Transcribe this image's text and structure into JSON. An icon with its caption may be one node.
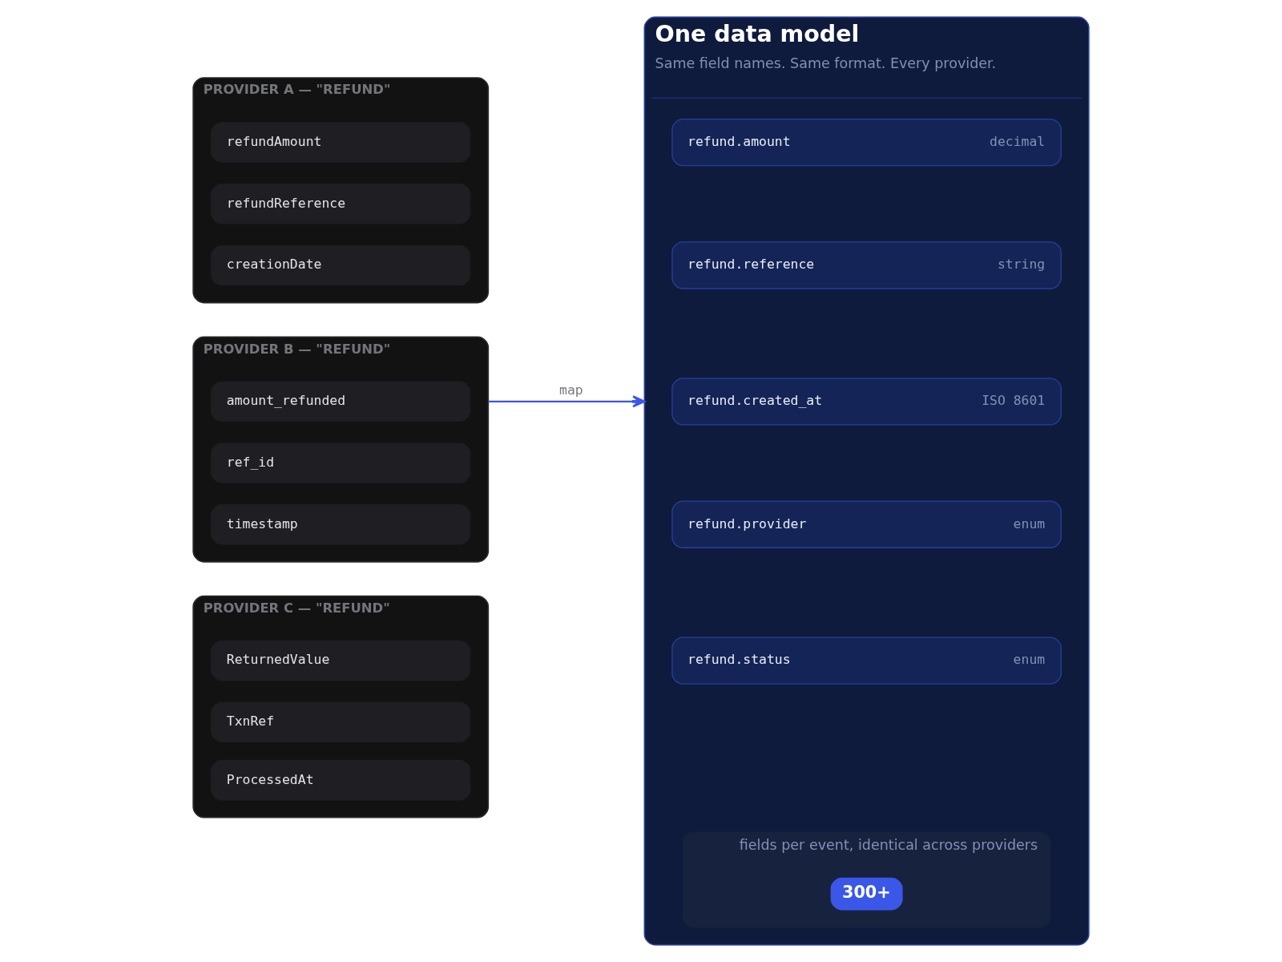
{
  "diagram": {
    "nodes": [
      {
        "text": [
          "PROVIDER A — \"REFUND\""
        ]
      },
      {
        "text": [
          "refundAmount"
        ],
        "in": 0
      },
      {
        "text": [
          "refundReference"
        ],
        "in": 0
      },
      {
        "text": [
          "creationDate"
        ],
        "in": 0
      },
      {
        "text": [
          "PROVIDER B — \"REFUND\""
        ]
      },
      {
        "text": [
          "amount_refunded"
        ],
        "in": 4
      },
      {
        "text": [
          "ref_id"
        ],
        "in": 4
      },
      {
        "text": [
          "timestamp"
        ],
        "in": 4
      },
      {
        "text": [
          "PROVIDER C — \"REFUND\""
        ]
      },
      {
        "text": [
          "ReturnedValue"
        ],
        "in": 8
      },
      {
        "text": [
          "TxnRef"
        ],
        "in": 8
      },
      {
        "text": [
          "ProcessedAt"
        ],
        "in": 8
      },
      {
        "text": [
          "One data model",
          "Same field names. Same format. Every provider."
        ]
      },
      {
        "text": [
          "refund.amount",
          "decimal"
        ],
        "in": 12
      },
      {
        "text": [
          "refund.reference",
          "string"
        ],
        "in": 12
      },
      {
        "text": [
          "refund.created_at",
          "ISO 8601"
        ],
        "in": 12
      },
      {
        "text": [
          "refund.provider",
          "enum"
        ],
        "in": 12
      },
      {
        "text": [
          "refund.status",
          "enum"
        ],
        "in": 12
      },
      {
        "text": [
          "fields per event, identical across providers"
        ],
        "in": 12
      },
      {
        "text": [
          "300+"
        ],
        "in": 18
      }
    ],
    "edges": [
      {
        "from": 4,
        "to": 12,
        "arrow": "to",
        "label": "map"
      }
    ]
  }
}
